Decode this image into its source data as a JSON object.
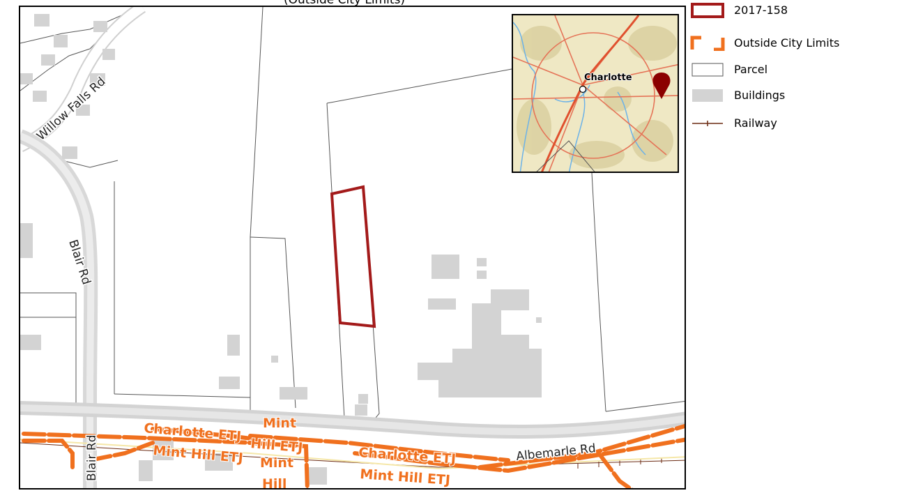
{
  "map": {
    "title": "(Outside City Limits)",
    "road_labels": {
      "willow_falls": "Willow Falls Rd",
      "blair_north": "Blair Rd",
      "blair_south": "Blair Rd",
      "albemarle": "Albemarle Rd"
    },
    "etj_labels": {
      "charlotte_etj_1": "Charlotte ETJ",
      "mint_1": "Mint",
      "hill_etj_1": "Hill ETJ",
      "mint_hill_etj_1": "Mint Hill ETJ",
      "mint_2": "Mint",
      "hill_2": "Hill",
      "charlotte_etj_2": "Charlotte ETJ",
      "mint_hill_etj_2": "Mint Hill ETJ"
    },
    "colors": {
      "subject_parcel": "#a31a1a",
      "city_limits": "#f0701e",
      "parcel_line": "#555555",
      "buildings": "#d3d3d3",
      "railway": "#6b2a12",
      "road": "#d8d8d8"
    }
  },
  "inset": {
    "city_label": "Charlotte",
    "marker_icon": "location-pin-icon",
    "colors": {
      "marker": "#8b0000",
      "roads": "#e57357",
      "water": "#6bb2e8"
    }
  },
  "legend": {
    "items": [
      {
        "label": "2017-158",
        "icon": "subject-parcel-swatch"
      },
      {
        "label": "Outside City Limits",
        "icon": "city-limits-swatch"
      },
      {
        "label": "Parcel",
        "icon": "parcel-swatch"
      },
      {
        "label": "Buildings",
        "icon": "buildings-swatch"
      },
      {
        "label": "Railway",
        "icon": "railway-swatch"
      }
    ]
  }
}
